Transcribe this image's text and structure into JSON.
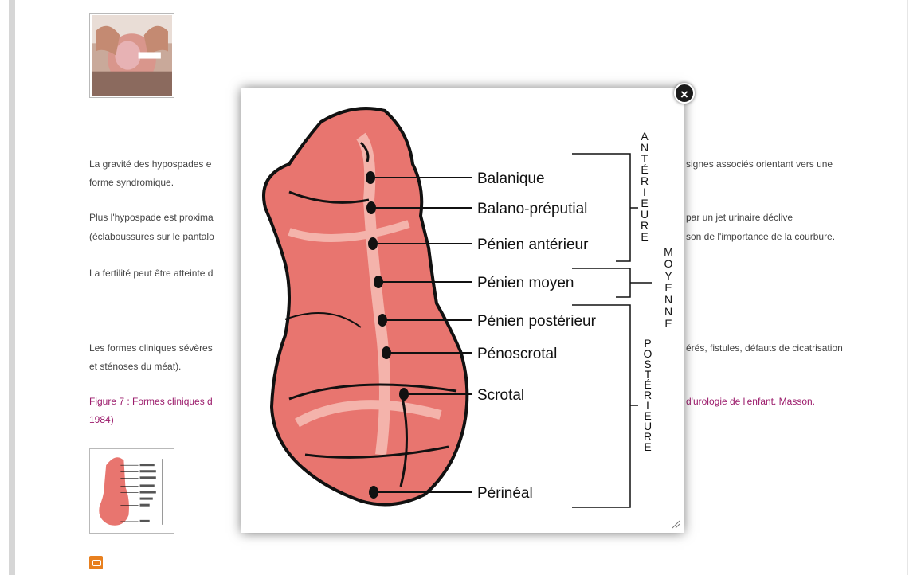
{
  "paragraphs": {
    "p1_left": "La gravité des hypospades e",
    "p1_right": "signes associés orientant vers une",
    "p1_line2": "forme syndromique.",
    "p2_left": "Plus l'hypospade est proxima",
    "p2_right": "par un jet urinaire déclive",
    "p2_line2_left": "(éclaboussures sur le pantalo",
    "p2_line2_right": "son de l'importance de la courbure.",
    "p3_left": "La fertilité peut être atteinte d",
    "p4_left": "Les formes cliniques sévères",
    "p4_right": "érés, fistules, défauts de cicatrisation",
    "p4_line2": "et sténoses du méat).",
    "caption_left": "Figure 7 : Formes cliniques d",
    "caption_right": "d'urologie de l'enfant. Masson.",
    "caption_line2": "1984)"
  },
  "lightbox": {
    "close_label": "×",
    "labels": [
      "Balanique",
      "Balano-préputial",
      "Pénien antérieur",
      "Pénien moyen",
      "Pénien postérieur",
      "Pénoscrotal",
      "Scrotal",
      "Périnéal"
    ],
    "group_anterieure": "ANTÉRIEURE",
    "group_moyenne": "MOYENNE",
    "group_posterieure": "POSTÉRIEURE"
  },
  "colors": {
    "caption": "#9b1b6b",
    "overlay_bg": "#ffffff",
    "tissue": "#e8756f",
    "tissue_light": "#f4b3ab",
    "outline": "#111111",
    "icon": "#e8801f"
  },
  "icons": {
    "close": "close-icon",
    "resize": "resize-grip-icon",
    "share": "share-icon"
  }
}
